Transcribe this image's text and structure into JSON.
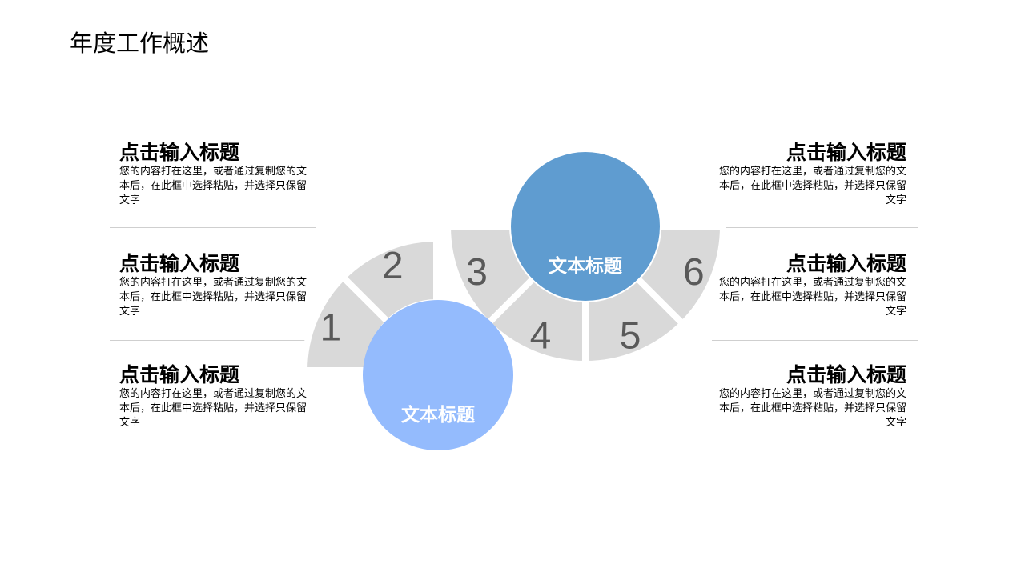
{
  "title": "年度工作概述",
  "left_items": [
    {
      "heading": "点击输入标题",
      "body": "您的内容打在这里，或者通过复制您的文本后，在此框中选择粘贴，并选择只保留文字"
    },
    {
      "heading": "点击输入标题",
      "body": "您的内容打在这里，或者通过复制您的文本后，在此框中选择粘贴，并选择只保留文字"
    },
    {
      "heading": "点击输入标题",
      "body": "您的内容打在这里，或者通过复制您的文本后，在此框中选择粘贴，并选择只保留文字"
    }
  ],
  "right_items": [
    {
      "heading": "点击输入标题",
      "body": "您的内容打在这里，或者通过复制您的文本后，在此框中选择粘贴，并选择只保留文字"
    },
    {
      "heading": "点击输入标题",
      "body": "您的内容打在这里，或者通过复制您的文本后，在此框中选择粘贴，并选择只保留文字"
    },
    {
      "heading": "点击输入标题",
      "body": "您的内容打在这里，或者通过复制您的文本后，在此框中选择粘贴，并选择只保留文字"
    }
  ],
  "segments": [
    "1",
    "2",
    "3",
    "4",
    "5",
    "6"
  ],
  "circles": {
    "light": "文本标题",
    "dark": "文本标题"
  },
  "colors": {
    "segment": "#D9D9D9",
    "number": "#595959",
    "light_circle": "#94BBFD",
    "dark_circle": "#5F9CD0",
    "separator": "#CFCFCF"
  }
}
